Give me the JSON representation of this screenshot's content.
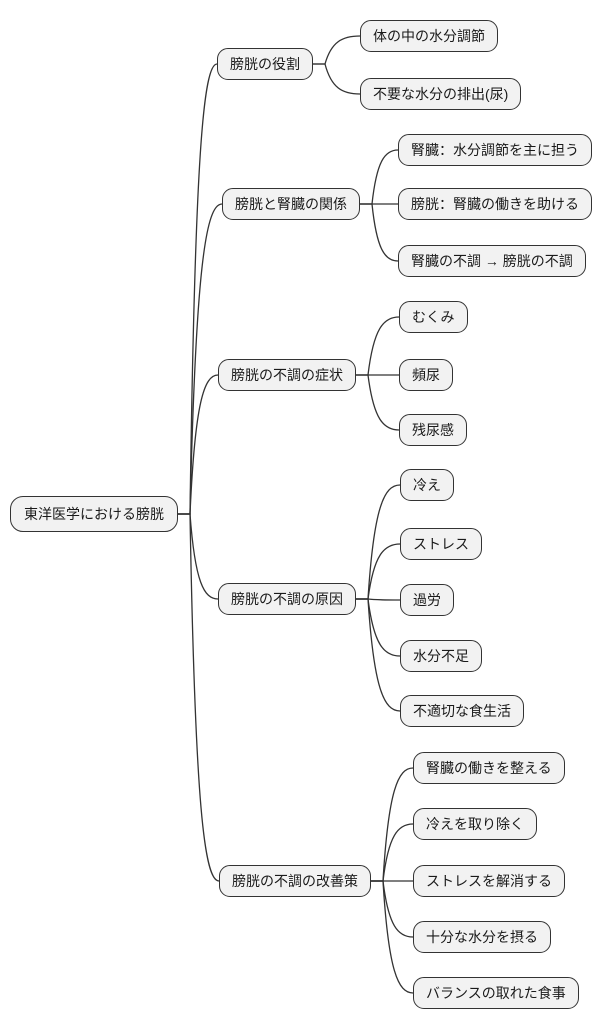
{
  "figure": {
    "type": "mindmap",
    "root": {
      "label": "東洋医学における膀胱"
    },
    "branches": [
      {
        "label": "膀胱の役割",
        "children": [
          {
            "label": "体の中の水分調節"
          },
          {
            "label": "不要な水分の排出(尿)"
          }
        ]
      },
      {
        "label": "膀胱と腎臓の関係",
        "children": [
          {
            "label": "腎臓：水分調節を主に担う"
          },
          {
            "label": "膀胱：腎臓の働きを助ける"
          },
          {
            "label": "腎臓の不調 → 膀胱の不調"
          }
        ]
      },
      {
        "label": "膀胱の不調の症状",
        "children": [
          {
            "label": "むくみ"
          },
          {
            "label": "頻尿"
          },
          {
            "label": "残尿感"
          }
        ]
      },
      {
        "label": "膀胱の不調の原因",
        "children": [
          {
            "label": "冷え"
          },
          {
            "label": "ストレス"
          },
          {
            "label": "過労"
          },
          {
            "label": "水分不足"
          },
          {
            "label": "不適切な食生活"
          }
        ]
      },
      {
        "label": "膀胱の不調の改善策",
        "children": [
          {
            "label": "腎臓の働きを整える"
          },
          {
            "label": "冷えを取り除く"
          },
          {
            "label": "ストレスを解消する"
          },
          {
            "label": "十分な水分を摂る"
          },
          {
            "label": "バランスの取れた食事"
          }
        ]
      }
    ],
    "colors": {
      "node_fill": "#f2f2f2",
      "node_border": "#333333",
      "edge": "#333333",
      "text": "#1a1a1a",
      "background": "#ffffff"
    }
  }
}
